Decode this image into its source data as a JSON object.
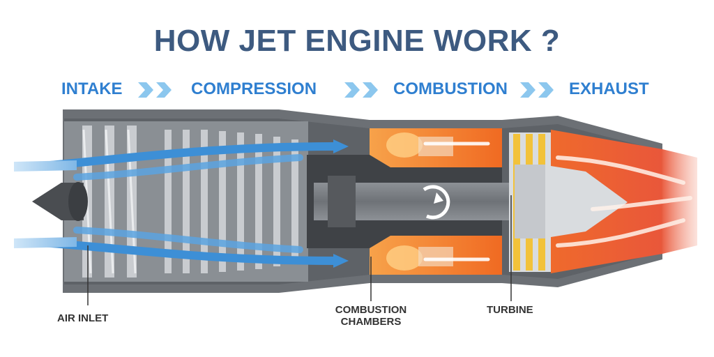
{
  "title": "HOW JET ENGINE WORK ?",
  "stages": [
    {
      "id": "intake",
      "label": "INTAKE"
    },
    {
      "id": "compression",
      "label": "COMPRESSION"
    },
    {
      "id": "combustion",
      "label": "COMBUSTION"
    },
    {
      "id": "exhaust",
      "label": "EXHAUST"
    }
  ],
  "callouts": {
    "air_inlet": "AIR INLET",
    "combustion_chambers_line1": "COMBUSTION",
    "combustion_chambers_line2": "CHAMBERS",
    "turbine": "TURBINE"
  },
  "colors": {
    "title": "#3d5a80",
    "stage_text": "#2f7fd0",
    "chevron": "#8cc7ee",
    "airflow": "#3d8fd6",
    "casing": "#6f7378",
    "combustion": "#f07a2a",
    "exhaust": "#e8573a",
    "turbine": "#f2c23a"
  },
  "icons": [
    "chevron-icon",
    "rotation-arrow-icon"
  ]
}
